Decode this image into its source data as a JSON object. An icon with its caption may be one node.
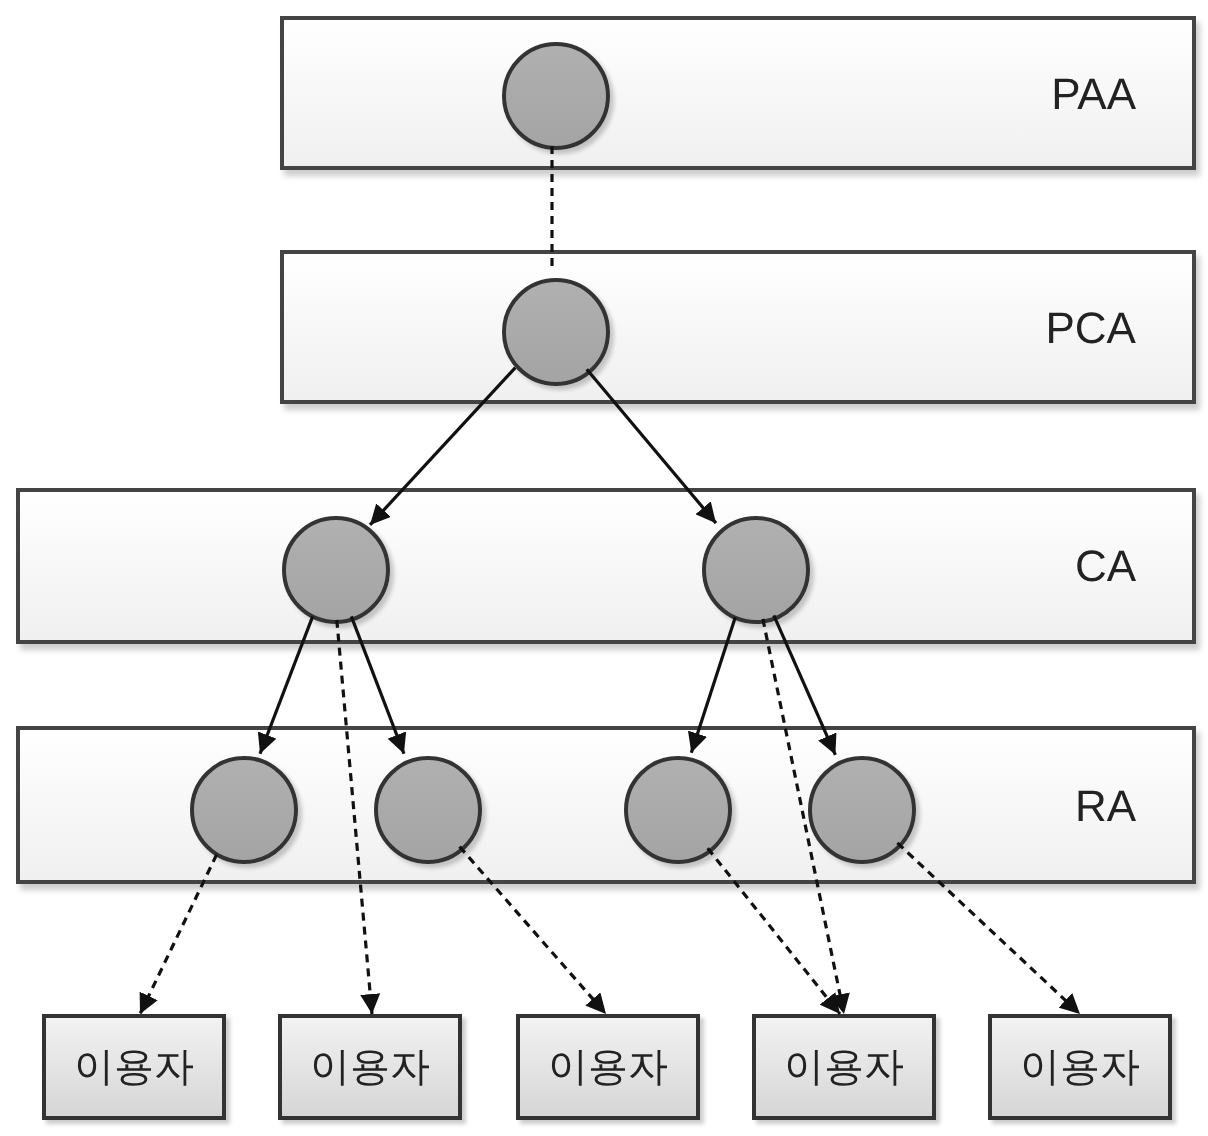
{
  "diagram": {
    "nodes": [
      {
        "text": [
          "PAA"
        ]
      },
      {
        "text": [],
        "shape": "circle",
        "in": 0
      },
      {
        "text": [
          "PCA"
        ]
      },
      {
        "text": [],
        "shape": "circle",
        "in": 2
      },
      {
        "text": [
          "CA"
        ]
      },
      {
        "text": [],
        "shape": "circle",
        "in": 4
      },
      {
        "text": [],
        "shape": "circle",
        "in": 4
      },
      {
        "text": [
          "RA"
        ]
      },
      {
        "text": [],
        "shape": "circle",
        "in": 7
      },
      {
        "text": [],
        "shape": "circle",
        "in": 7
      },
      {
        "text": [],
        "shape": "circle",
        "in": 7
      },
      {
        "text": [],
        "shape": "circle",
        "in": 7
      },
      {
        "text": [
          "이용자"
        ]
      },
      {
        "text": [
          "이용자"
        ]
      },
      {
        "text": [
          "이용자"
        ]
      },
      {
        "text": [
          "이용자"
        ]
      },
      {
        "text": [
          "이용자"
        ]
      }
    ],
    "edges": [
      {
        "from": 1,
        "to": 3,
        "arrow": "none",
        "style": "dashed"
      },
      {
        "from": 3,
        "to": 5,
        "arrow": "to"
      },
      {
        "from": 3,
        "to": 6,
        "arrow": "to"
      },
      {
        "from": 5,
        "to": 8,
        "arrow": "to"
      },
      {
        "from": 5,
        "to": 9,
        "arrow": "to"
      },
      {
        "from": 5,
        "to": 13,
        "arrow": "to",
        "style": "dashed"
      },
      {
        "from": 6,
        "to": 10,
        "arrow": "to"
      },
      {
        "from": 6,
        "to": 11,
        "arrow": "to"
      },
      {
        "from": 6,
        "to": 15,
        "arrow": "to",
        "style": "dashed"
      },
      {
        "from": 8,
        "to": 12,
        "arrow": "to",
        "style": "dashed"
      },
      {
        "from": 9,
        "to": 14,
        "arrow": "to",
        "style": "dashed"
      },
      {
        "from": 10,
        "to": 15,
        "arrow": "to",
        "style": "dashed"
      },
      {
        "from": 11,
        "to": 16,
        "arrow": "to",
        "style": "dashed"
      }
    ]
  }
}
